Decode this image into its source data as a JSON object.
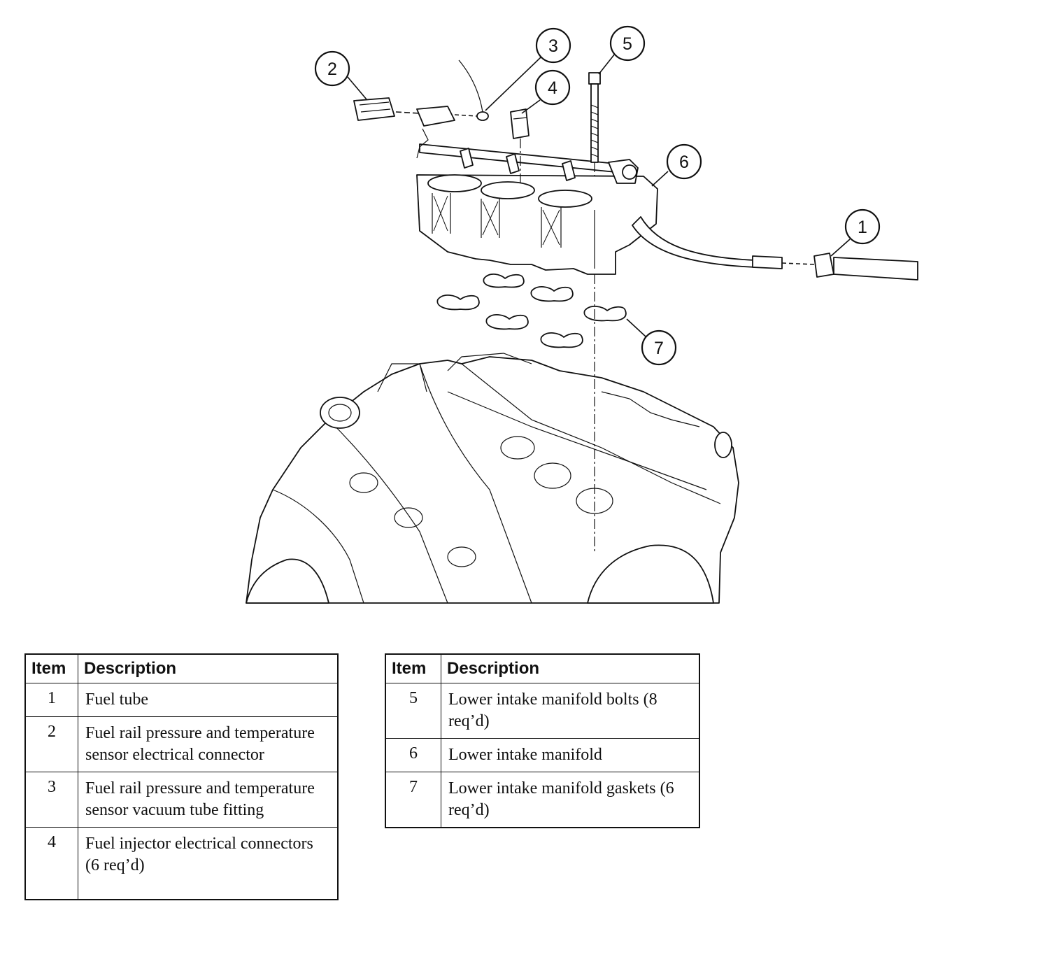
{
  "callouts": [
    {
      "number": "1"
    },
    {
      "number": "2"
    },
    {
      "number": "3"
    },
    {
      "number": "4"
    },
    {
      "number": "5"
    },
    {
      "number": "6"
    },
    {
      "number": "7"
    }
  ],
  "tables": [
    {
      "header": {
        "item": "Item",
        "description": "Description"
      },
      "rows": [
        {
          "item": "1",
          "description": "Fuel tube"
        },
        {
          "item": "2",
          "description": "Fuel rail pressure and temperature sensor electrical connector"
        },
        {
          "item": "3",
          "description": "Fuel rail pressure and temperature sensor vacuum tube fitting"
        },
        {
          "item": "4",
          "description": "Fuel injector electrical connectors (6 req’d)"
        }
      ]
    },
    {
      "header": {
        "item": "Item",
        "description": "Description"
      },
      "rows": [
        {
          "item": "5",
          "description": "Lower intake manifold bolts (8 req’d)"
        },
        {
          "item": "6",
          "description": "Lower intake manifold"
        },
        {
          "item": "7",
          "description": "Lower intake manifold gaskets (6 req’d)"
        }
      ]
    }
  ]
}
